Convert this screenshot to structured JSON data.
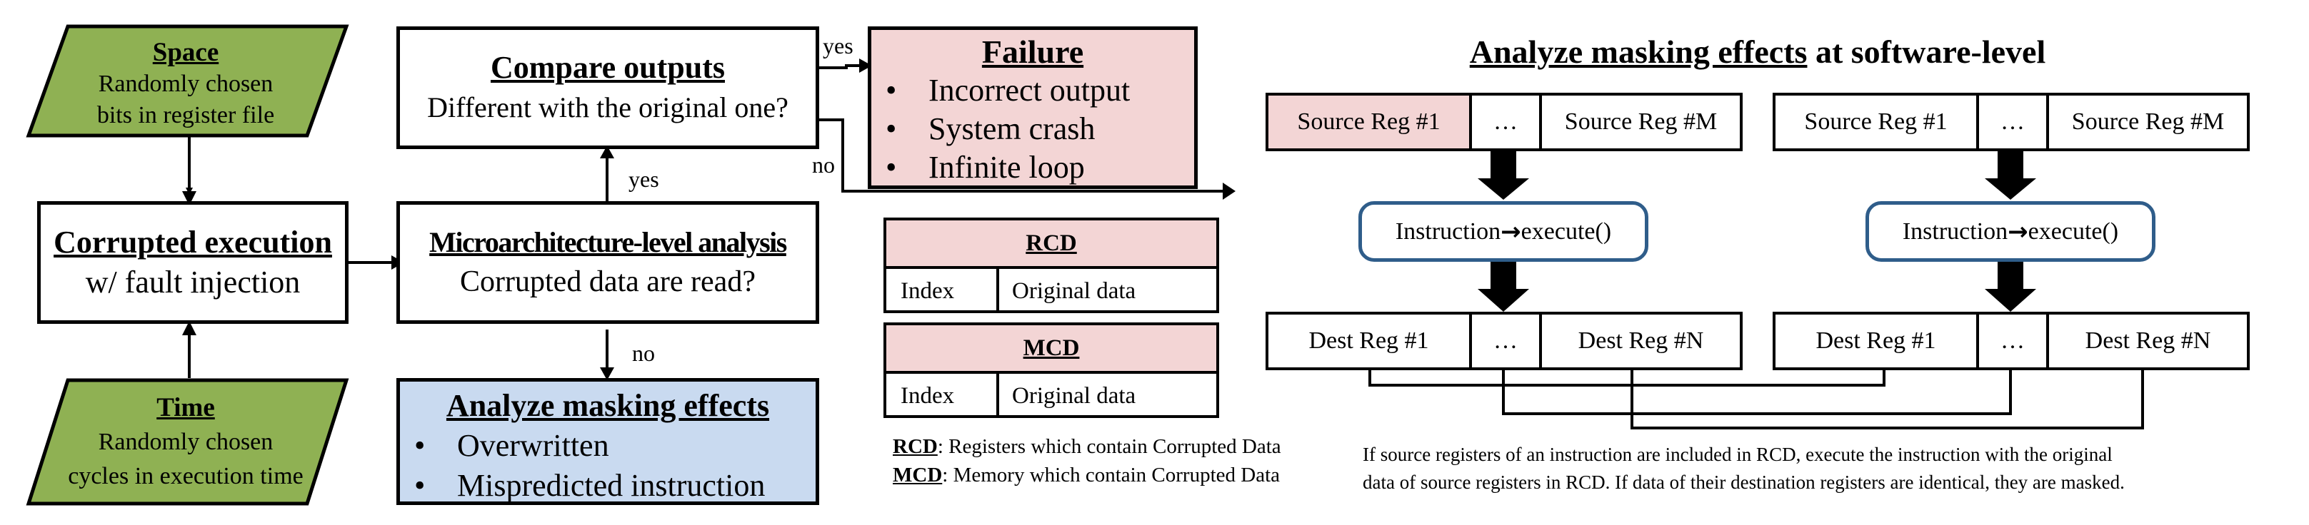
{
  "space": {
    "title": "Space",
    "line1": "Randomly chosen",
    "line2": "bits in register file"
  },
  "time": {
    "title": "Time",
    "line1": "Randomly chosen",
    "line2": "cycles in execution time"
  },
  "corrupted": {
    "title": "Corrupted execution",
    "subtitle": "w/ fault injection"
  },
  "micro": {
    "title": "Microarchitecture-level analysis",
    "subtitle": "Corrupted data are read?"
  },
  "compare": {
    "title": "Compare outputs",
    "subtitle": "Different with the original one?"
  },
  "failure": {
    "title": "Failure",
    "items": [
      "Incorrect output",
      "System crash",
      "Infinite loop"
    ]
  },
  "masking_left": {
    "title": "Analyze masking effects",
    "items": [
      "Overwritten",
      "Mispredicted instruction"
    ]
  },
  "labels": {
    "yes_top": "yes",
    "yes_mid": "yes",
    "no_mid": "no",
    "no_bottom": "no",
    "bullet": "•"
  },
  "software": {
    "title_u": "Analyze masking effects",
    "title_rest": " at software-level",
    "source_row": [
      "Source Reg #1",
      "…",
      "Source Reg #M"
    ],
    "dest_row": [
      "Dest Reg #1",
      "…",
      "Dest Reg #N"
    ],
    "instruction_pre": "Instruction",
    "arrow_glyph": "→",
    "instruction_post": "execute()",
    "note_line1": "If source registers of an instruction are included in RCD, execute the instruction with the original",
    "note_line2": "data of source registers in RCD. If data of their destination registers are identical, they are masked."
  },
  "rcd": {
    "header": "RCD",
    "col1": "Index",
    "col2": "Original data"
  },
  "mcd": {
    "header": "MCD",
    "col1": "Index",
    "col2": "Original data"
  },
  "legend": {
    "rcd_abbr": "RCD",
    "rcd_text": ": Registers which contain Corrupted Data",
    "mcd_abbr": "MCD",
    "mcd_text": ": Memory which contain Corrupted Data"
  },
  "colors": {
    "green": "#8fb153",
    "blue_panel": "#dce6f1",
    "pink": "#f3d5d5",
    "blue_box": "#c9daf0",
    "pill_border": "#2f5d8a"
  }
}
